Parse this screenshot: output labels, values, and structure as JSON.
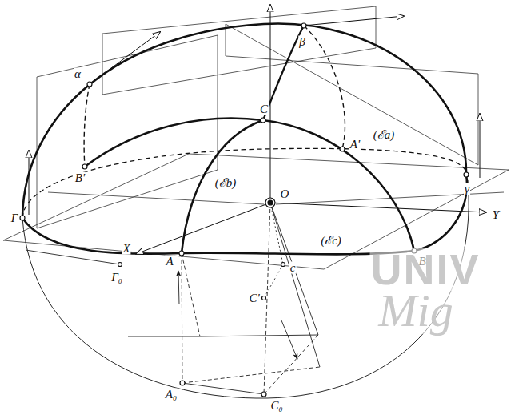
{
  "diagram": {
    "labels": [
      "β",
      "α",
      "C",
      "(ℰa)",
      "A'",
      "(ℰb)",
      "B'",
      "γ",
      "Γ",
      "O",
      "Y",
      "(ℰc)",
      "B",
      "X",
      "A",
      "Γ₀",
      "c",
      "C'",
      "A₀",
      "C₀",
      "UNIV",
      "Mig"
    ]
  }
}
